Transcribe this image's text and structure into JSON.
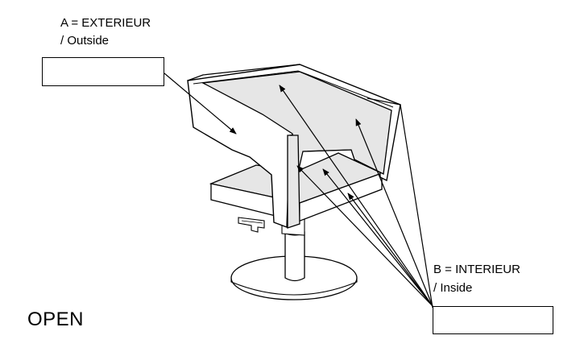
{
  "labels": {
    "a_code": "A = EXTERIEUR",
    "a_sub": "/ Outside",
    "b_code": "B = INTERIEUR",
    "b_sub": "/ Inside"
  },
  "mode": "OPEN",
  "colors": {
    "line": "#000000",
    "fill_inner": "#e6e6e6",
    "fill_outer": "#ffffff"
  }
}
